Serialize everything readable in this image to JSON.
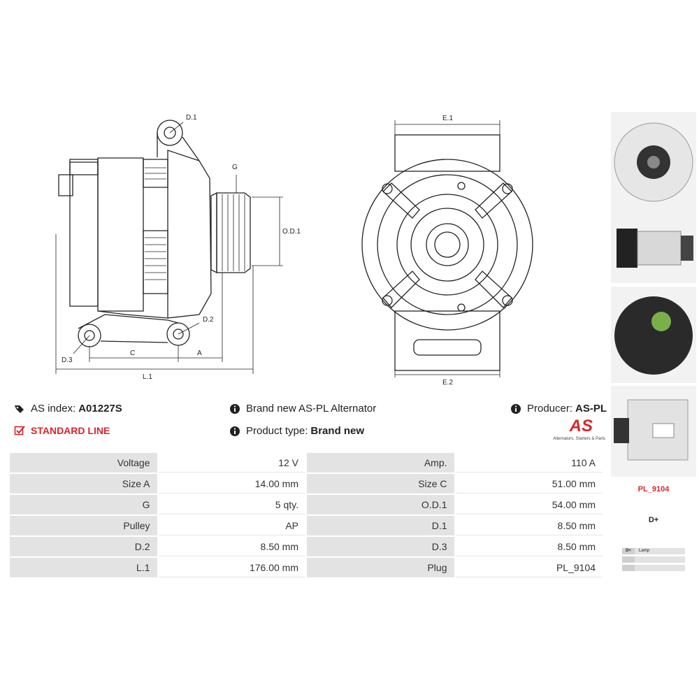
{
  "diagram": {
    "labels": {
      "d1": "D.1",
      "g": "G",
      "od1": "O.D.1",
      "d2": "D.2",
      "d3": "D.3",
      "c": "C",
      "a": "A",
      "l1": "L.1",
      "e1": "E.1",
      "e2": "E.2"
    }
  },
  "info": {
    "as_index_label": "AS index:",
    "as_index_value": "A01227S",
    "line_label": "STANDARD LINE",
    "description": "Brand new AS-PL Alternator",
    "product_type_label": "Product type:",
    "product_type_value": "Brand new",
    "producer_label": "Producer:",
    "producer_value": "AS-PL"
  },
  "logo": {
    "mark": "AS",
    "tagline": "Alternators, Starters & Parts",
    "color": "#d8262d"
  },
  "specs": [
    {
      "l1": "Voltage",
      "v1": "12 V",
      "l2": "Amp.",
      "v2": "110 A"
    },
    {
      "l1": "Size A",
      "v1": "14.00 mm",
      "l2": "Size C",
      "v2": "51.00 mm"
    },
    {
      "l1": "G",
      "v1": "5 qty.",
      "l2": "O.D.1",
      "v2": "54.00 mm"
    },
    {
      "l1": "Pulley",
      "v1": "AP",
      "l2": "D.1",
      "v2": "8.50 mm"
    },
    {
      "l1": "D.2",
      "v1": "8.50 mm",
      "l2": "D.3",
      "v2": "8.50 mm"
    },
    {
      "l1": "L.1",
      "v1": "176.00 mm",
      "l2": "Plug",
      "v2": "PL_9104"
    }
  ],
  "plug": {
    "code": "PL_9104",
    "terminal": "D+",
    "table": [
      {
        "k": "D+",
        "v": "Lamp"
      },
      {
        "k": "",
        "v": ""
      },
      {
        "k": "",
        "v": ""
      }
    ]
  },
  "colors": {
    "accent": "#d8262d",
    "label_bg": "#e3e3e3"
  }
}
